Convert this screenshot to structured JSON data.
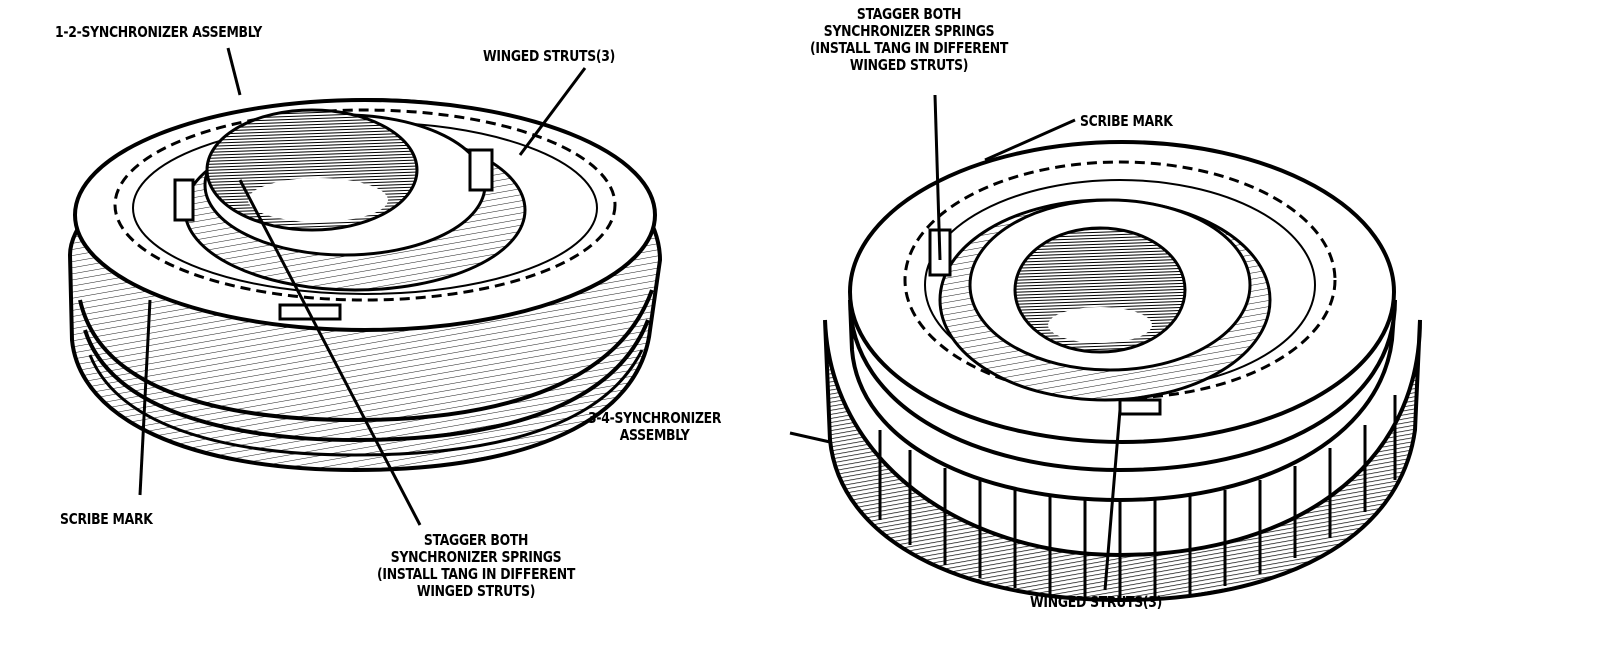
{
  "figure": {
    "left_assembly": {
      "title": "1-2-SYNCHRONIZER ASSEMBLY",
      "callouts": {
        "winged_struts": "WINGED STRUTS(3)",
        "scribe_mark": "SCRIBE MARK",
        "stagger_note": [
          "STAGGER BOTH",
          "SYNCHRONIZER SPRINGS",
          "(INSTALL TANG IN DIFFERENT",
          "WINGED STRUTS)"
        ]
      }
    },
    "right_assembly": {
      "title": [
        "3-4-SYNCHRONIZER",
        "ASSEMBLY"
      ],
      "callouts": {
        "stagger_note": [
          "STAGGER BOTH",
          "SYNCHRONIZER SPRINGS",
          "(INSTALL TANG IN DIFFERENT",
          "WINGED STRUTS)"
        ],
        "scribe_mark": "SCRIBE MARK",
        "winged_struts": "WINGED STRUTS(3)"
      }
    }
  }
}
